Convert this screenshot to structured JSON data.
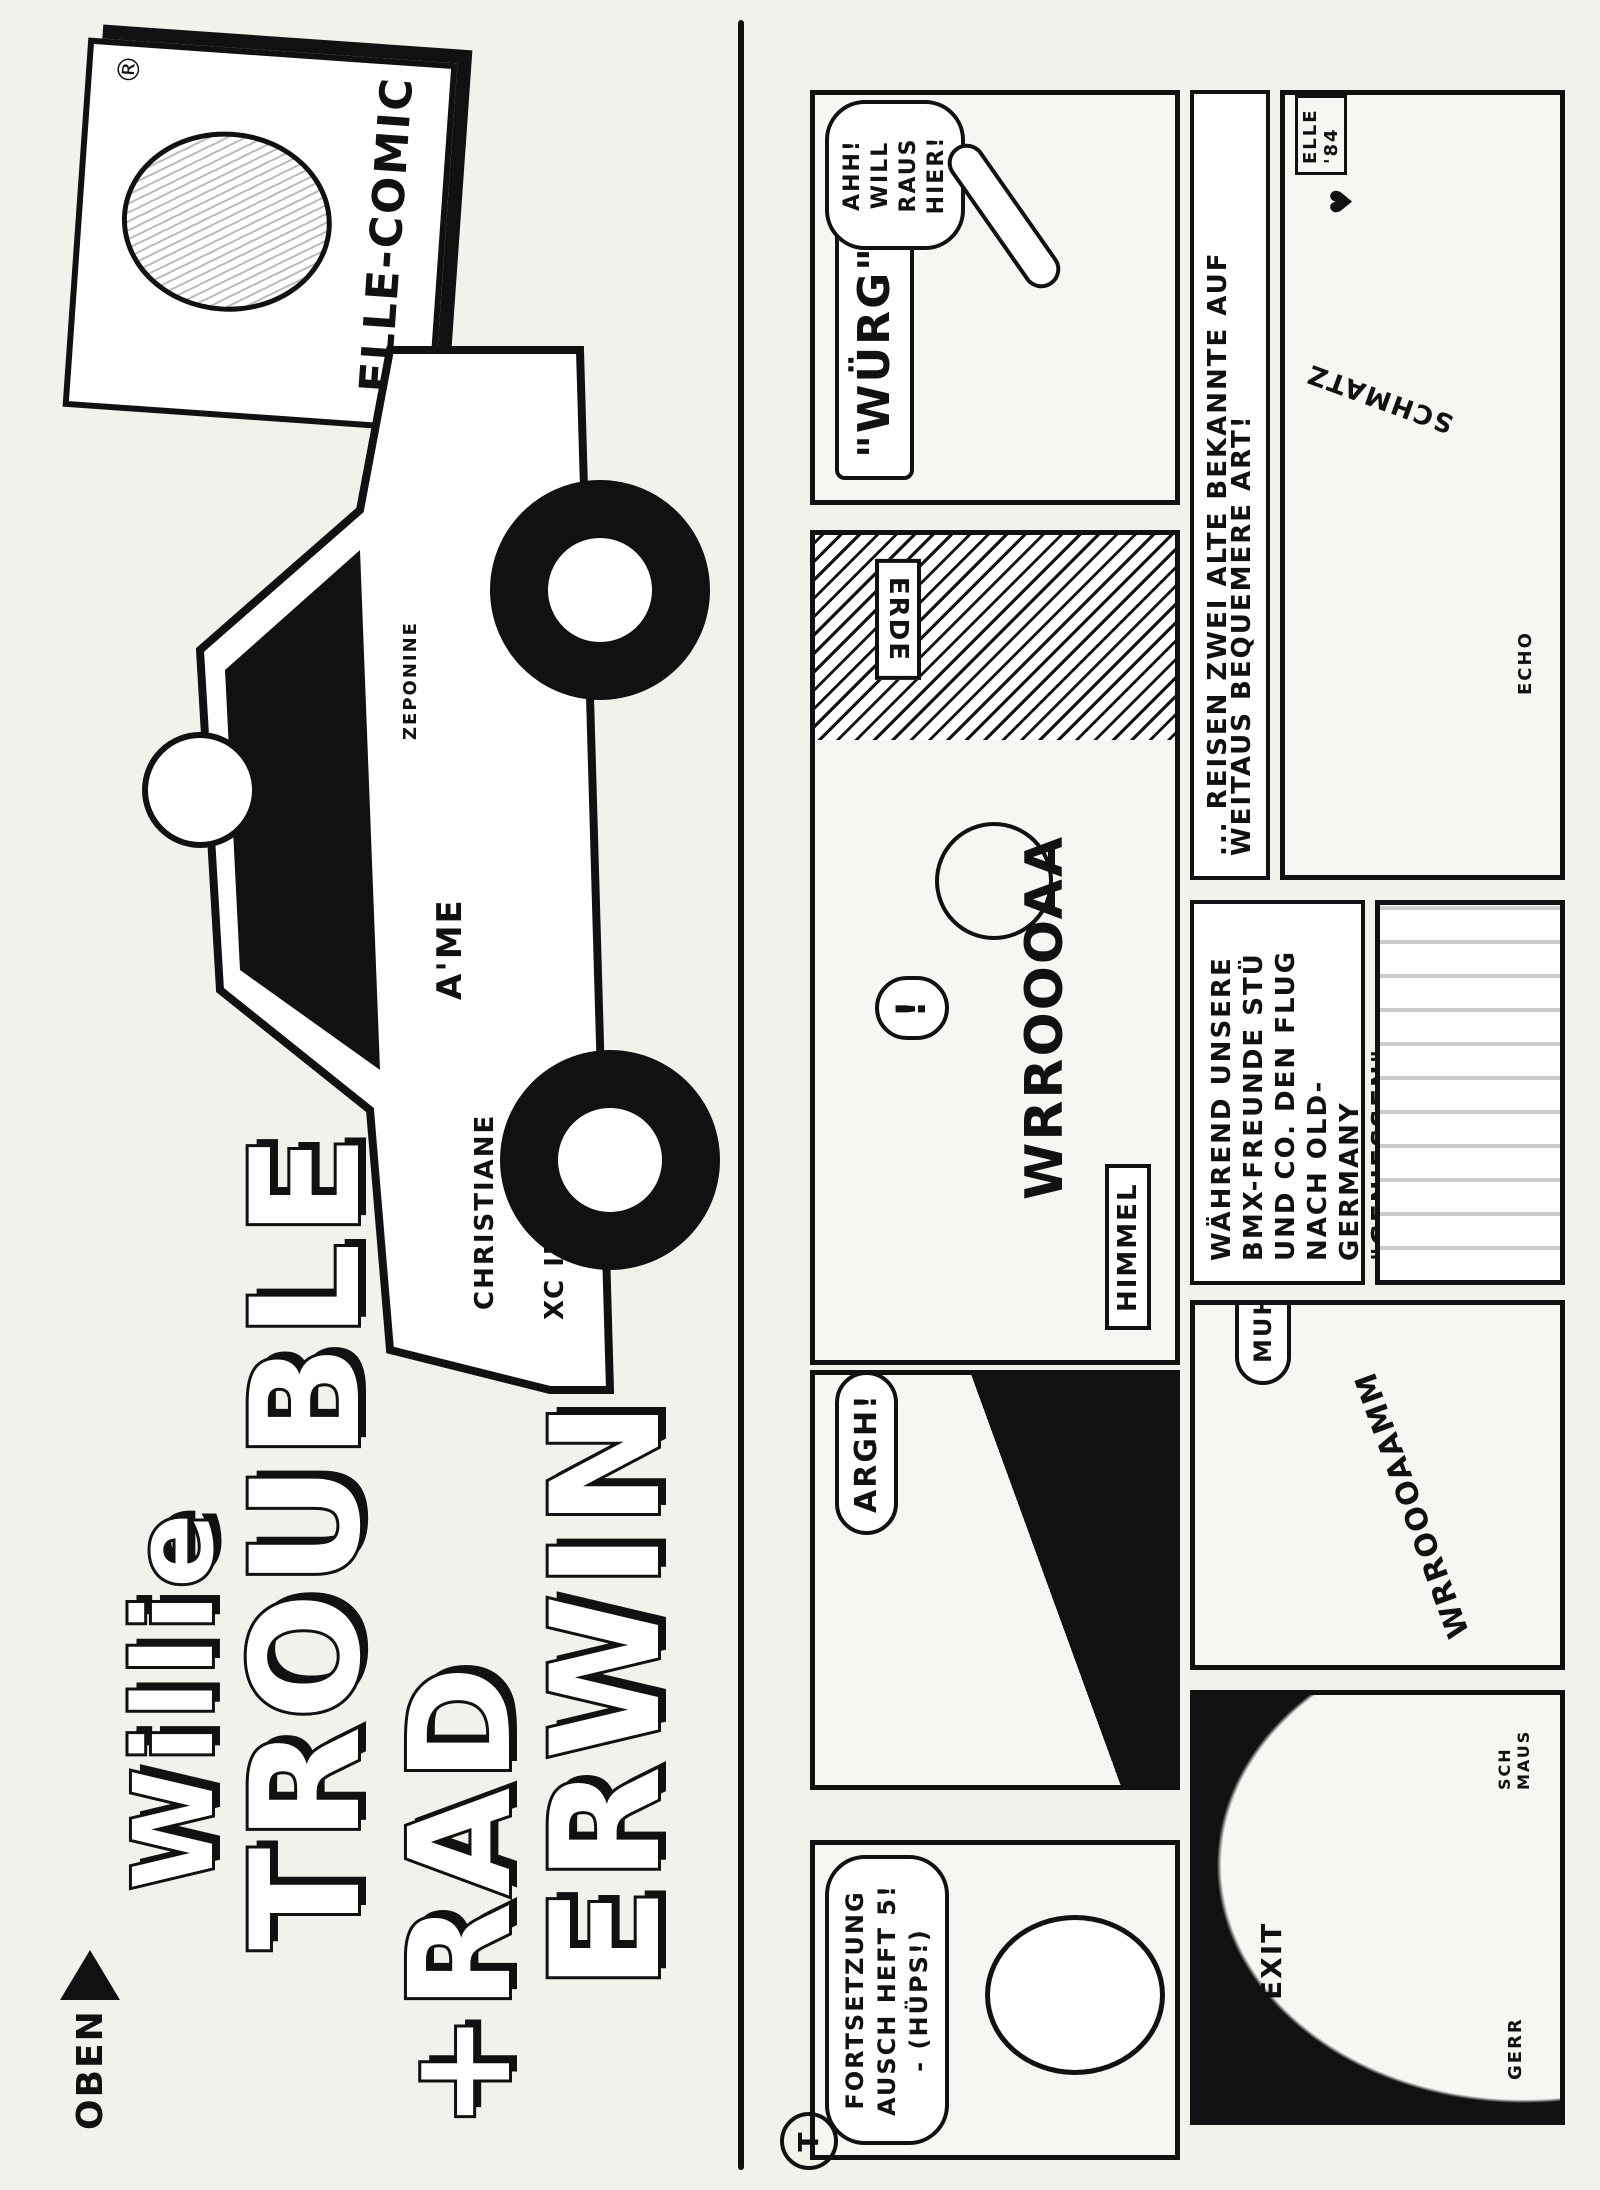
{
  "header": {
    "orientation_label": "OBEN",
    "title_line1": "Willie",
    "title_line2": "Trouble",
    "title_plus": "+",
    "title_line3": "Rad",
    "title_line4": "Erwin",
    "logo_box": "ELLE-COMIC",
    "registered_mark": "®"
  },
  "car": {
    "name_label": "CHRISTIANE",
    "model_label": "XC II",
    "side_text": "A'ME",
    "door_text": "ZEPONINE"
  },
  "panels": {
    "p1_speech": "FORTSETZUNG AUSCH HEFT 5! - (HÜPS!)",
    "p2_speech": "ARGH!",
    "p3_sign_sky": "HIMMEL",
    "p3_sign_earth": "ERDE",
    "p3_sound": "WRROOOAA",
    "p3_exclaim": "!",
    "p4_sound": "\"WÜRG\"",
    "p4_speech": "AHH! WILL RAUS HIER!",
    "p5_sign": "EXIT",
    "p5_label_a": "SCH MAUS",
    "p5_label_b": "GERR",
    "p6_sound": "WRROOOAAMM",
    "p6_speech": "MUH",
    "p7_caption": "WÄHREND UNSERE BMX-FREUNDE STÜ UND CO. DEN FLUG NACH OLD-GERMANY \"GENIESSEN\"...",
    "p8_caption": "... REISEN ZWEI ALTE BEKANNTE AUF WEITAUS BEQUEMERE ART!",
    "p8_sound": "SCHMATZ",
    "p8_label": "ECHO",
    "p8_signature": "ELLE '84"
  },
  "footer": {
    "page_marker": "T"
  }
}
